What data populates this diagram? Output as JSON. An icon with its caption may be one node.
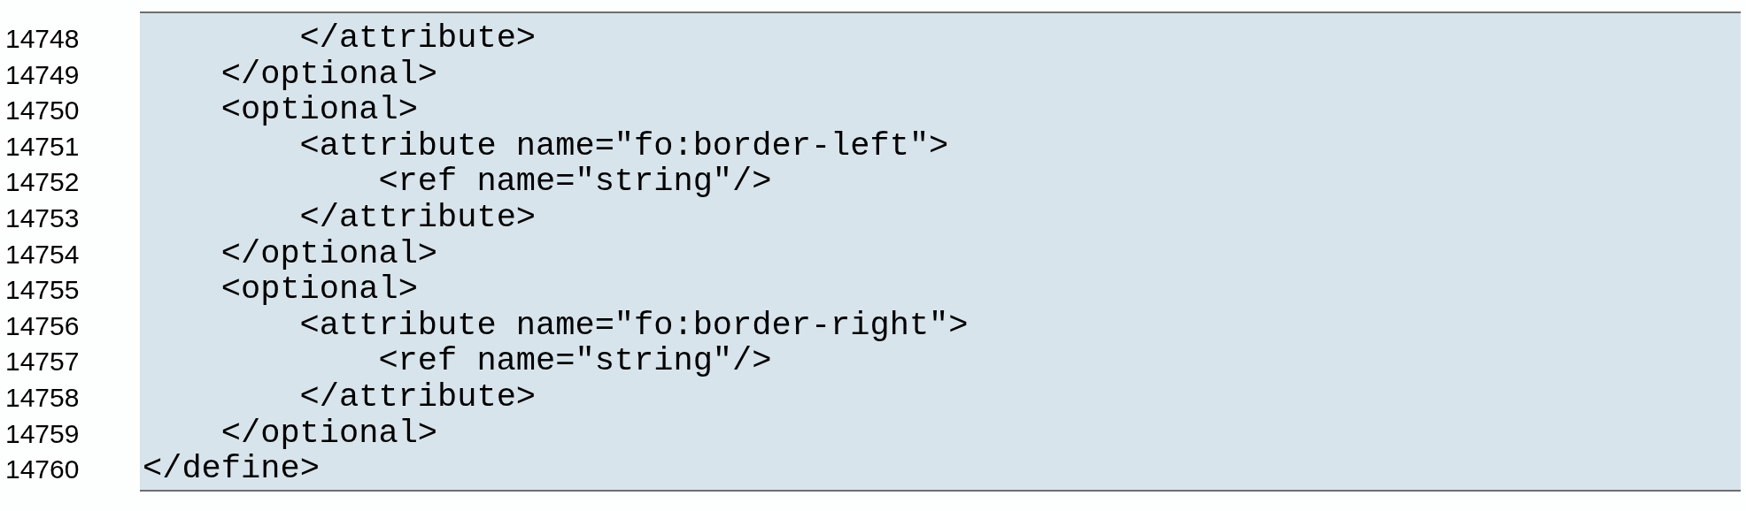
{
  "diagram": {
    "labels": [
      "14748",
      "        </attribute>",
      "14749",
      "    </optional>",
      "14750",
      "    <optional>",
      "14751",
      "        <attribute name=\"fo:border-left\">",
      "14752",
      "            <ref name=\"string\"/>",
      "14753",
      "        </attribute>",
      "14754",
      "    </optional>",
      "14755",
      "    <optional>",
      "14756",
      "        <attribute name=\"fo:border-right\">",
      "14757",
      "            <ref name=\"string\"/>",
      "14758",
      "        </attribute>",
      "14759",
      "    </optional>",
      "14760",
      "</define>"
    ]
  }
}
